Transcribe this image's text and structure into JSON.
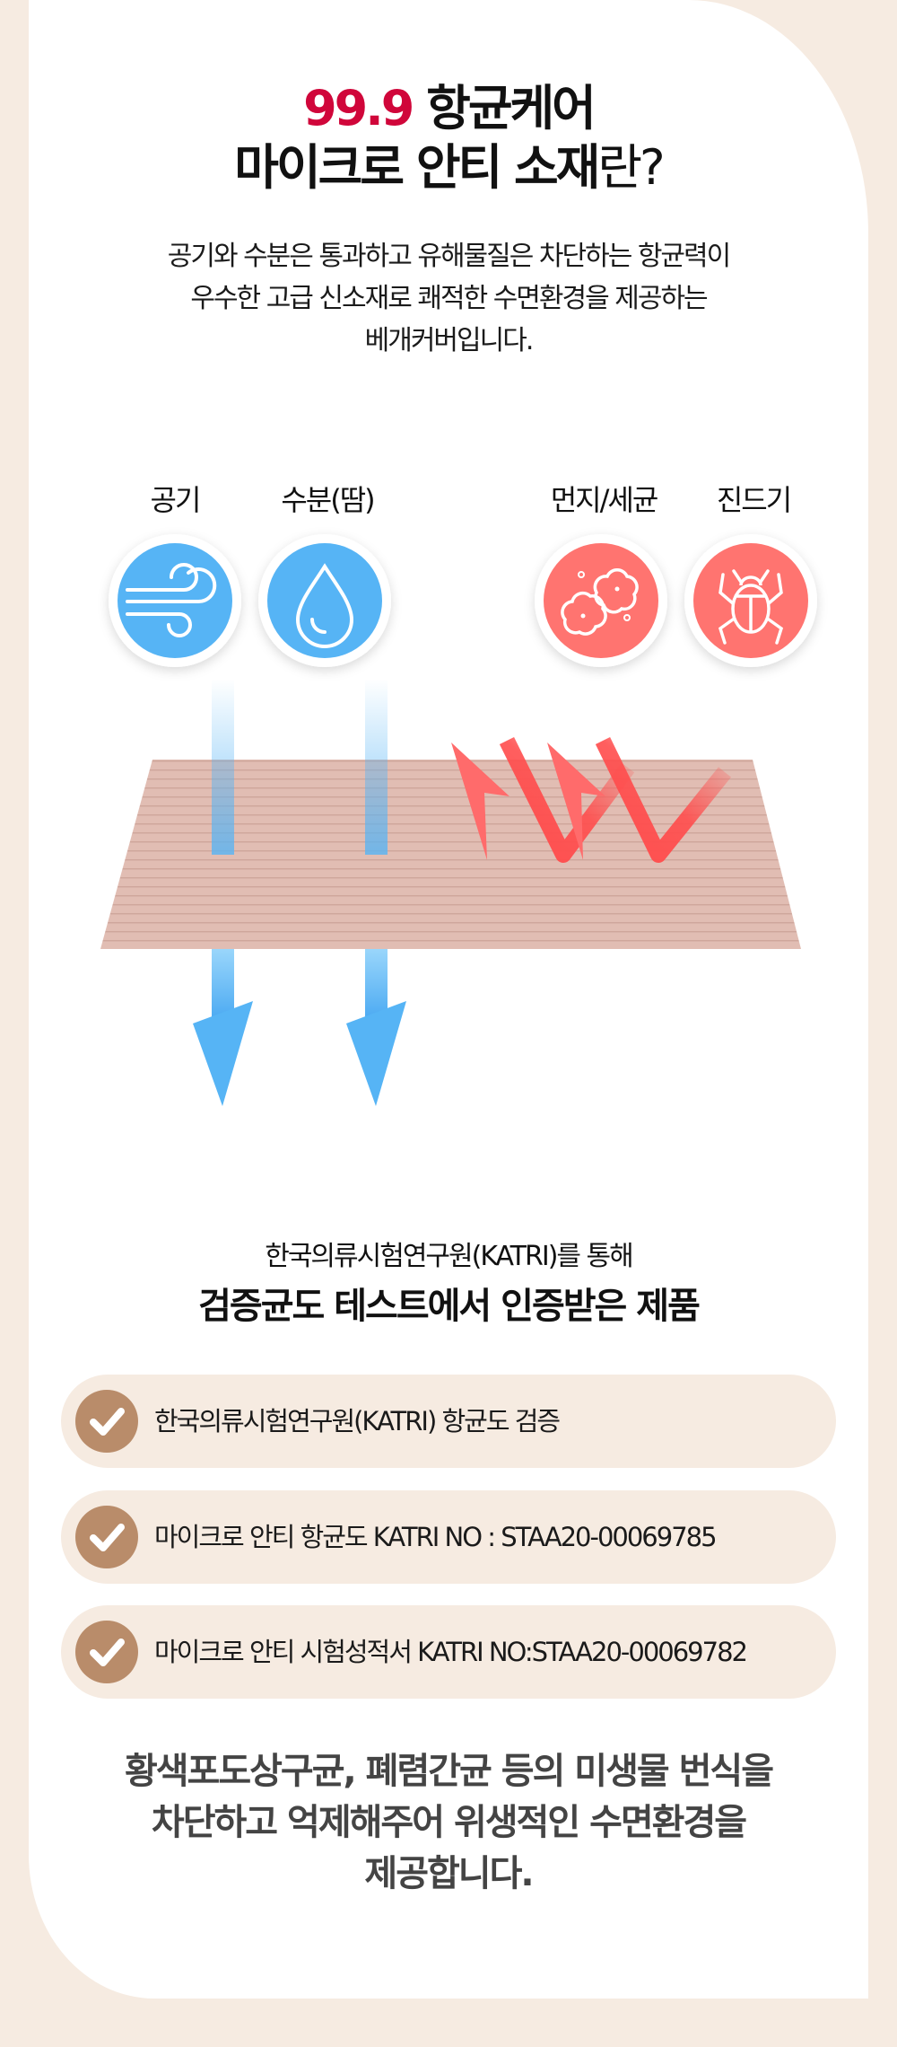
{
  "title": {
    "highlight": "99.9",
    "line1_rest": " 항균케어",
    "line2_bold": "마이크로 안티 소재",
    "line2_light": "란?"
  },
  "description": [
    "공기와 수분은 통과하고 유해물질은 차단하는 항균력이",
    "우수한 고급 신소재로 쾌적한 수면환경을 제공하는",
    "베개커버입니다."
  ],
  "diagram": {
    "labels": [
      "공기",
      "수분(땀)",
      "먼지/세균",
      "진드기"
    ],
    "icons": [
      "wind-icon",
      "water-drop-icon",
      "dust-icon",
      "bug-icon"
    ],
    "colors": {
      "pass": "#56b4f5",
      "block": "#ff6b6b",
      "fabric": "#dfb8ae"
    }
  },
  "certification": {
    "subtitle": "한국의류시험연구원(KATRI)를 통해",
    "title": "검증균도 테스트에서 인증받은 제품",
    "items": [
      "한국의류시험연구원(KATRI) 항균도 검증",
      "마이크로 안티 항균도 KATRI NO : STAA20-00069785",
      "마이크로 안티 시험성적서 KATRI NO:STAA20-00069782"
    ],
    "check_color": "#b98c6a"
  },
  "closing": [
    "황색포도상구균, 폐렴간균 등의 미생물 번식을",
    "차단하고 억제해주어 위생적인 수면환경을",
    "제공합니다."
  ]
}
